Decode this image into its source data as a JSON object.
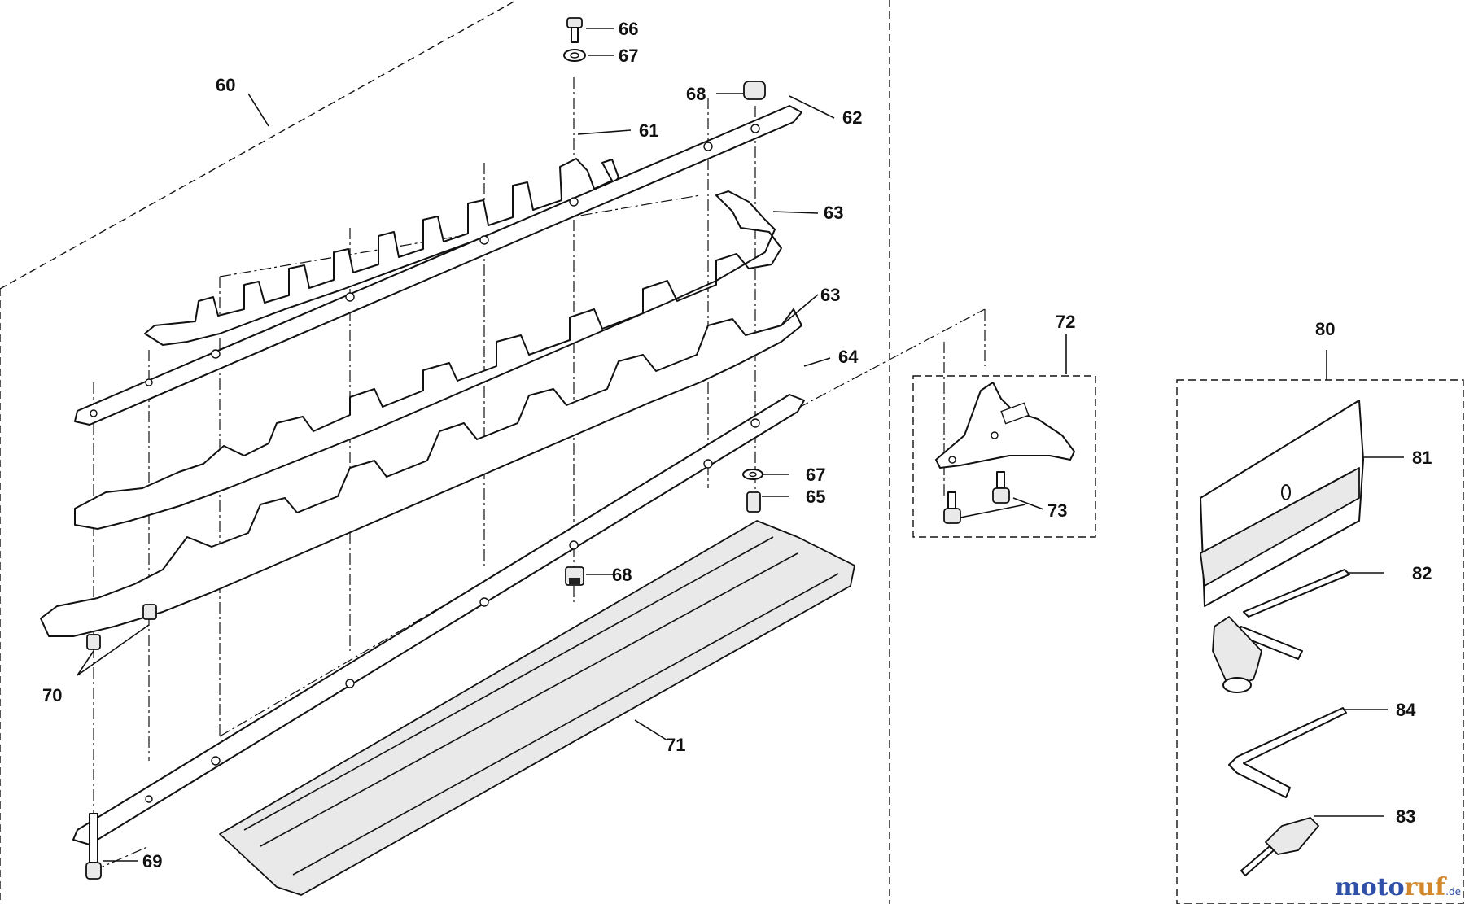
{
  "callouts": {
    "c60": "60",
    "c61": "61",
    "c62": "62",
    "c63a": "63",
    "c63b": "63",
    "c64": "64",
    "c65": "65",
    "c66": "66",
    "c67a": "67",
    "c67b": "67",
    "c68a": "68",
    "c68b": "68",
    "c69": "69",
    "c70": "70",
    "c71": "71",
    "c72": "72",
    "c73": "73",
    "c80": "80",
    "c81": "81",
    "c82": "82",
    "c83": "83",
    "c84": "84"
  },
  "watermark": {
    "brand_a": "moto",
    "brand_b": "ruf",
    "suffix": ".de"
  },
  "colors": {
    "ink": "#111111",
    "watermark_blue": "#2f4fa8",
    "watermark_orange": "#d4862a"
  }
}
